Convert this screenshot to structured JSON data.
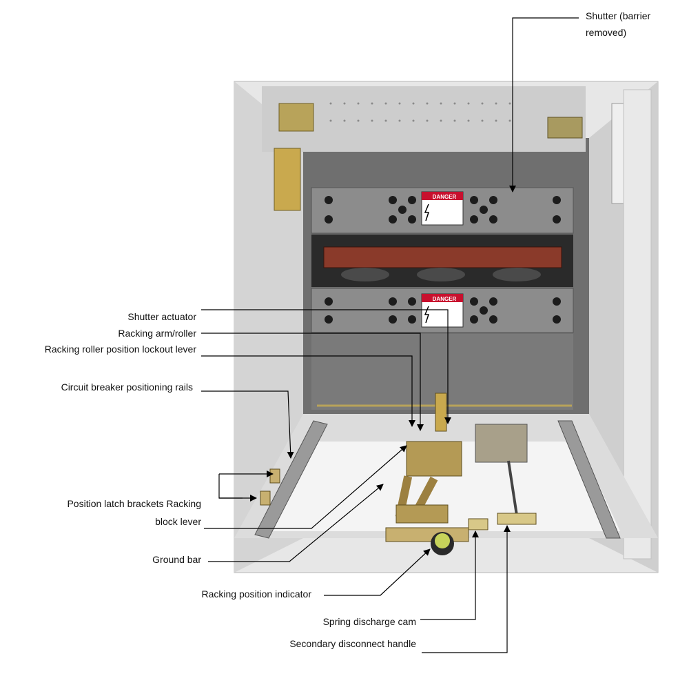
{
  "callouts": {
    "shutter_line1": "Shutter (barrier",
    "shutter_line2": "removed)",
    "shutter_actuator": "Shutter actuator",
    "racking_arm": "Racking arm/roller",
    "racking_lockout": "Racking roller position lockout lever",
    "positioning_rails": "Circuit breaker positioning rails",
    "latch_line1": "Position latch brackets Racking",
    "latch_line2": "block lever",
    "ground_bar": "Ground bar",
    "position_indicator": "Racking position indicator",
    "spring_cam": "Spring discharge cam",
    "secondary_handle": "Secondary disconnect handle"
  },
  "labels": {
    "danger": "DANGER"
  },
  "colors": {
    "cabinet": "#d9d9d9",
    "panel": "#8c8c8c",
    "bus": "#8a3a2a",
    "danger_red": "#c8102e"
  }
}
